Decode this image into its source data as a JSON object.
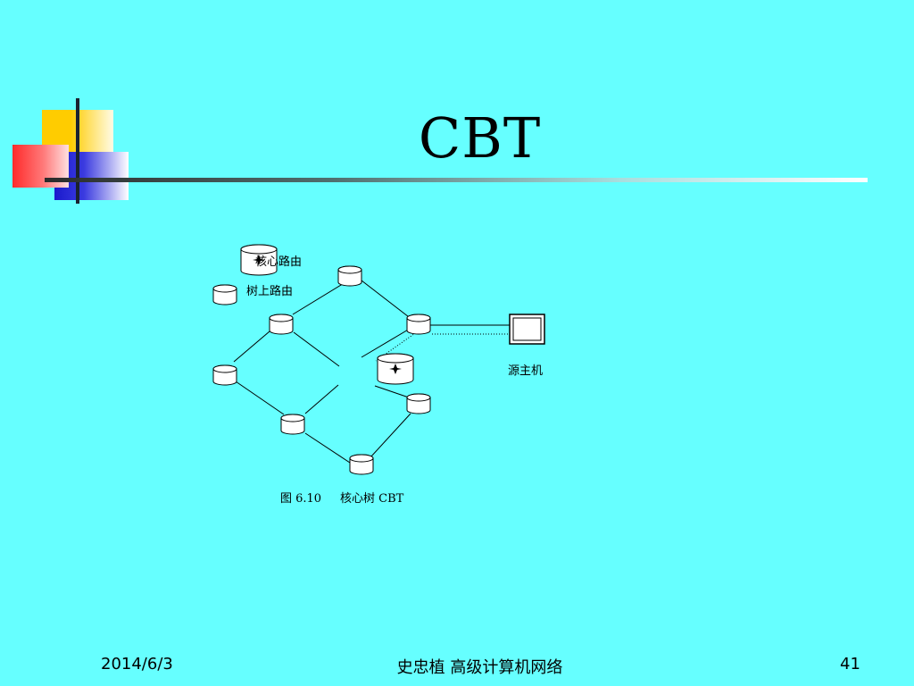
{
  "slide": {
    "title": "CBT",
    "footer_date": "2014/6/3",
    "footer_center": "史忠植  高级计算机网络",
    "footer_page": "41"
  },
  "diagram": {
    "legend_core": "核心路由",
    "legend_tree": "树上路由",
    "source_label": "源主机",
    "caption_number": "图 6.10",
    "caption_text": "核心树 CBT"
  },
  "colors": {
    "background": "#66ffff",
    "accent_yellow": "#ffcc00",
    "accent_red": "#ff3333",
    "accent_blue": "#2222cc"
  }
}
